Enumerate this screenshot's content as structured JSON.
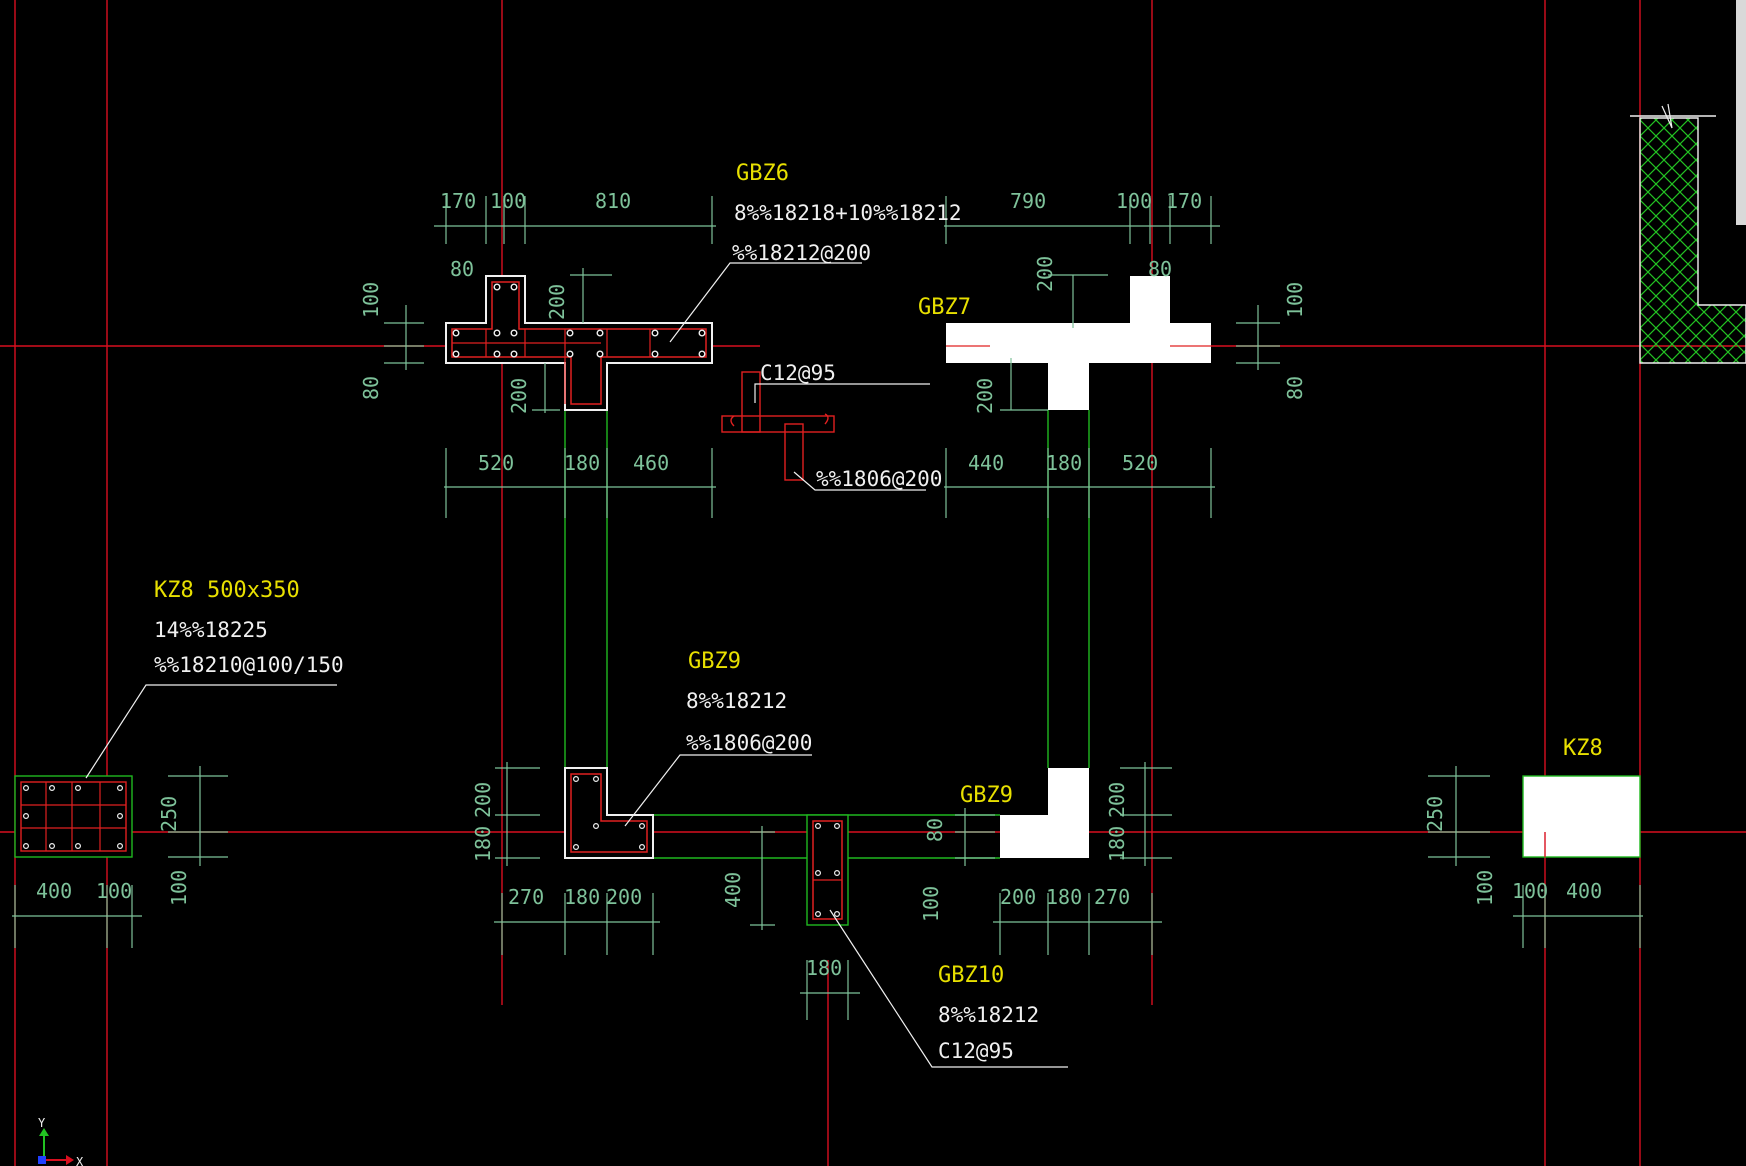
{
  "colors": {
    "background": "#000000",
    "axis": "#d80f1f",
    "dim": "#7ec29a",
    "outline": "#1fb81f",
    "label": "#e8e000",
    "text": "#f0f0f0",
    "rebar": "#e02020",
    "solid": "#ffffff",
    "hatch": "#22c222"
  },
  "components": {
    "gbz6": {
      "name": "GBZ6",
      "main": "8%%18218+10%%18212",
      "stirrup": "%%18212@200"
    },
    "gbz7": {
      "name": "GBZ7"
    },
    "gbz7_notes": {
      "bar": "C12@95",
      "stirrup": "%%1806@200"
    },
    "kz8_left": {
      "name": "KZ8 500x350",
      "main": "14%%18225",
      "stirrup": "%%18210@100/150"
    },
    "gbz9_left": {
      "name": "GBZ9",
      "main": "8%%18212",
      "stirrup": "%%1806@200"
    },
    "gbz9_right": {
      "name": "GBZ9"
    },
    "gbz10": {
      "name": "GBZ10",
      "main": "8%%18212",
      "stirrup": "C12@95"
    },
    "kz8_right": {
      "name": "KZ8"
    }
  },
  "dims": {
    "gbz6_top": [
      "170",
      "100",
      "810"
    ],
    "gbz6_bottom": [
      "520",
      "180",
      "460"
    ],
    "gbz6_left": [
      "100",
      "80"
    ],
    "gbz6_flange": "80",
    "gbz6_web_top": "200",
    "gbz6_web_bottom": "200",
    "gbz7_top": [
      "790",
      "100",
      "170"
    ],
    "gbz7_flange": "80",
    "gbz7_web_top": "200",
    "gbz7_web_bottom": "200",
    "gbz7_right": [
      "100",
      "80"
    ],
    "gbz7_bottom": [
      "440",
      "180",
      "520"
    ],
    "kz8_left_bottom": [
      "400",
      "100"
    ],
    "kz8_left_side": "250",
    "kz8_left_side2": "100",
    "gbz9_left_side": [
      "200",
      "180"
    ],
    "gbz9_left_bottom": [
      "270",
      "180",
      "200"
    ],
    "gbz10_side": "400",
    "gbz10_bottom": "180",
    "gbz9_right_side_80": "80",
    "gbz9_right_side_100": "100",
    "gbz9_right_bottom": [
      "200",
      "180",
      "270"
    ],
    "gbz9_right_side": [
      "200",
      "180"
    ],
    "kz8_right_side": "250",
    "kz8_right_side2": "100",
    "kz8_right_bottom": [
      "100",
      "400"
    ]
  },
  "ucs": {
    "y": "Y",
    "x": "X"
  }
}
